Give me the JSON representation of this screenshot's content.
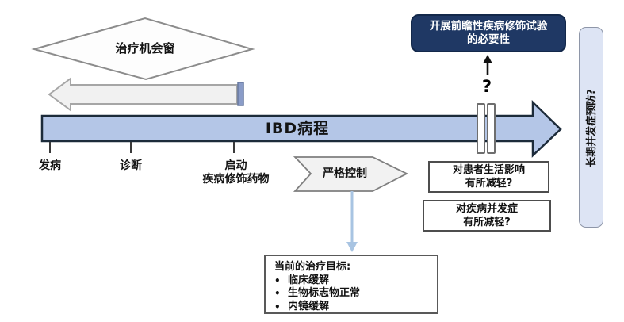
{
  "opportunity_window": {
    "label": "治疗机会窗"
  },
  "timeline": {
    "label": "IBD病程",
    "milestones": [
      {
        "label": "发病"
      },
      {
        "label": "诊断"
      },
      {
        "label": "启动",
        "label2": "疾病修饰药物"
      }
    ]
  },
  "tight_control": {
    "label": "严格控制"
  },
  "trial_need_box": {
    "line1": "开展前瞻性疾病修饰试验",
    "line2": "的必要性"
  },
  "question_mark": "?",
  "impact_boxes": [
    {
      "line1": "对患者生活影响",
      "line2": "有所减轻?"
    },
    {
      "line1": "对疾病并发症",
      "line2": "有所减轻?"
    }
  ],
  "goals_box": {
    "title": "当前的治疗目标:",
    "bullet": "•",
    "items": [
      "临床缓解",
      "生物标志物正常",
      "内镜缓解"
    ]
  },
  "long_term_bar": {
    "label": "长期并发症预防?"
  },
  "colors": {
    "timeline_fill": "#b4c6e7",
    "timeline_border": "#1c2b3a",
    "navy_box_fill": "#1f3864",
    "navy_box_text": "#ffffff",
    "gray_arrow_fill": "#f2f2f2",
    "gray_arrow_border": "#a6a6a6",
    "window_cap_blue": "#8a9cc8",
    "connector_blue": "#a8c4e2",
    "side_bar_fill": "#dde4f4"
  }
}
